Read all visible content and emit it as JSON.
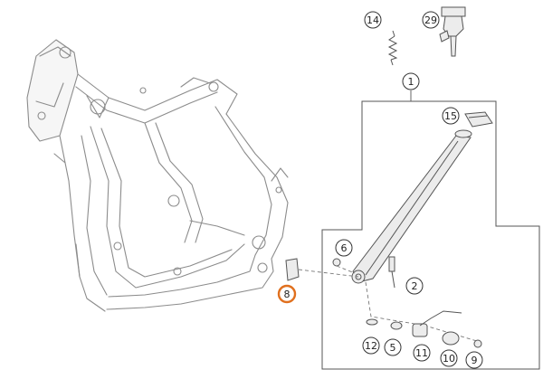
{
  "callouts": {
    "c14": "14",
    "c29": "29",
    "c1": "1",
    "c15": "15",
    "c6": "6",
    "c8": "8",
    "c2": "2",
    "c12": "12",
    "c5": "5",
    "c11": "11",
    "c10": "10",
    "c9": "9"
  },
  "highlighted_callout": "8",
  "colors": {
    "highlight": "#e0701e",
    "line": "#333333",
    "frame": "#8c8c8c"
  }
}
